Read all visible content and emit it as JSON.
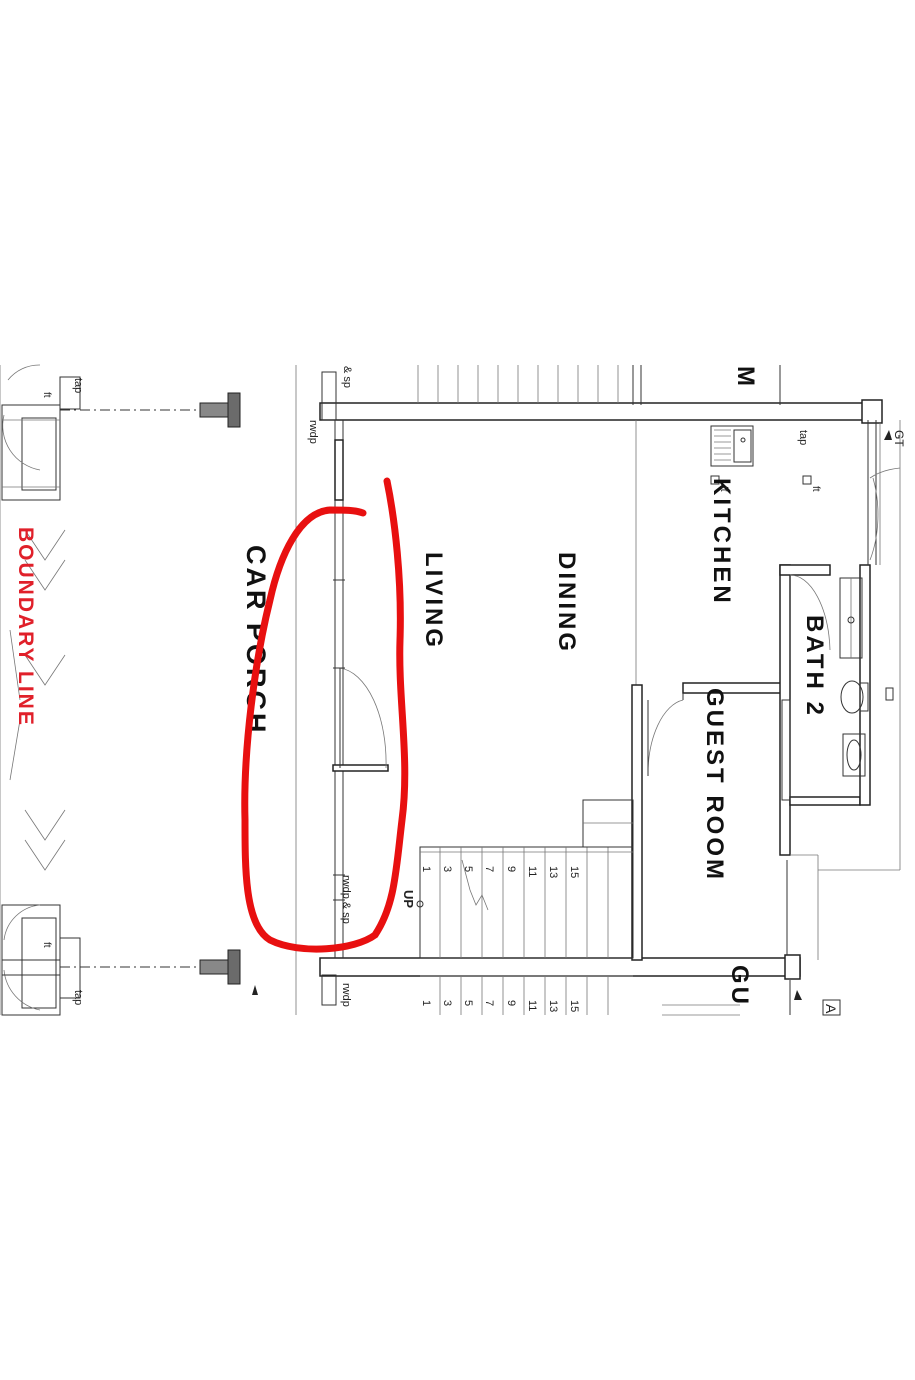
{
  "rooms": {
    "living": "LIVING",
    "dining": "DINING",
    "kitchen": "KITCHEN",
    "bath2": "BATH 2",
    "guest_room": "GUEST ROOM",
    "guest_partial": "GU",
    "car_porch": "CAR PORCH",
    "boundary": "BOUNDARY LINE",
    "partial_top": "M",
    "partial_a": "A"
  },
  "notes": {
    "tap": "tap",
    "ft": "ft",
    "rwdp": "rwdp",
    "rwdp_sp": "rwdp & sp",
    "sp_top": "& sp",
    "gt": "GT",
    "up": "UP"
  },
  "stair_numbers": [
    "1",
    "3",
    "5",
    "7",
    "9",
    "11",
    "13",
    "15"
  ],
  "colors": {
    "boundary_text": "#e0202a",
    "annotation_red": "#e81010",
    "line": "#222222",
    "column": "#6b6b6b"
  }
}
